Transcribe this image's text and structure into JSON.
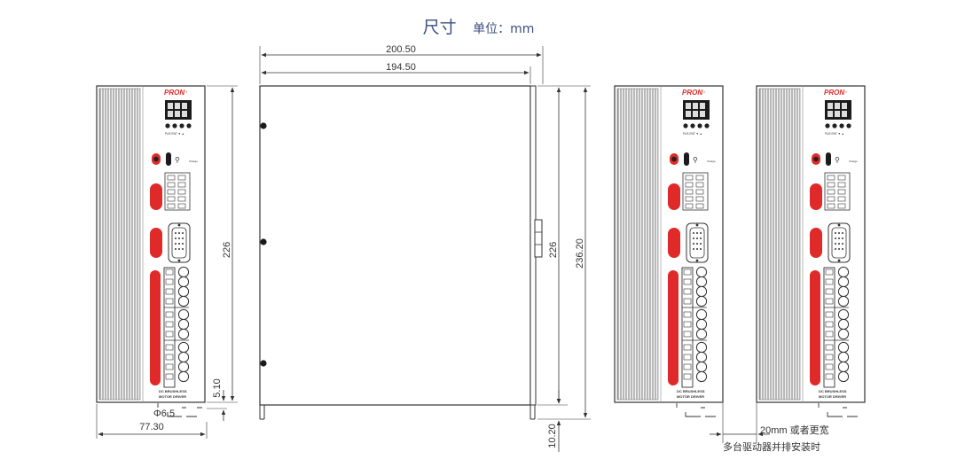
{
  "title": {
    "main": "尺寸",
    "unit": "单位：mm"
  },
  "dimensions": {
    "front_width": "77.30",
    "height_226": "226",
    "height_226_side": "226",
    "height_236": "236.20",
    "depth_200": "200.50",
    "depth_194": "194.50",
    "mount_offset": "5.10",
    "bottom_offset": "10.20",
    "hole_dia": "Φ6.5"
  },
  "spacing_note": {
    "line1": "20mm 或者更宽",
    "line2": "多台驱动器并排安装时"
  },
  "device": {
    "brand": "PRON",
    "usb_label": "Charge",
    "keys": [
      "PUS",
      "ENT",
      "▼",
      "▲"
    ],
    "model_lines": [
      "DC BRUSHLESS",
      "MOTOR DRIVER"
    ]
  },
  "colors": {
    "red": "#e02a2a",
    "line": "#333333",
    "title": "#3b4f80"
  }
}
